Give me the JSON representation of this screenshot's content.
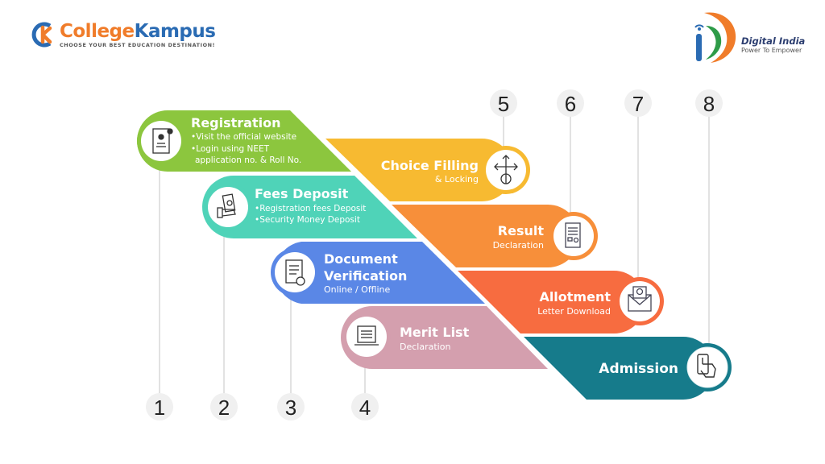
{
  "brand": {
    "name_part1": "College",
    "name_part2": "Kampus",
    "tagline": "CHOOSE YOUR BEST EDUCATION DESTINATION!",
    "colors": {
      "orange": "#f07c2a",
      "blue": "#2a6bb3"
    }
  },
  "partner": {
    "title": "Digital India",
    "subtitle": "Power To Empower"
  },
  "steps": [
    {
      "number": "1",
      "title": "Registration",
      "lines": [
        "•Visit the official website",
        "•Login using NEET",
        "application no. & Roll No."
      ],
      "icon": "id-card-icon",
      "color": "#8cc63e"
    },
    {
      "number": "2",
      "title": "Fees Deposit",
      "lines": [
        "•Registration fees Deposit",
        "•Security Money Deposit"
      ],
      "icon": "money-hand-icon",
      "color": "#4fd3b8"
    },
    {
      "number": "3",
      "title_line1": "Document",
      "title_line2": "Verification",
      "lines": [
        "Online / Offline"
      ],
      "icon": "checklist-document-icon",
      "color": "#5a87e6"
    },
    {
      "number": "4",
      "title": "Merit List",
      "lines": [
        "Declaration"
      ],
      "icon": "laptop-list-icon",
      "color": "#d49fae"
    },
    {
      "number": "5",
      "title": "Choice Filling",
      "lines": [
        "& Locking"
      ],
      "icon": "crossroads-person-icon",
      "color": "#f7ba31"
    },
    {
      "number": "6",
      "title": "Result",
      "lines": [
        "Declaration"
      ],
      "icon": "certificate-scroll-icon",
      "color": "#f78f3a"
    },
    {
      "number": "7",
      "title": "Allotment",
      "lines": [
        "Letter Download"
      ],
      "icon": "envelope-letter-icon",
      "color": "#f76c40"
    },
    {
      "number": "8",
      "title": "Admission",
      "lines": [],
      "icon": "phone-touch-icon",
      "color": "#167b8b"
    }
  ]
}
